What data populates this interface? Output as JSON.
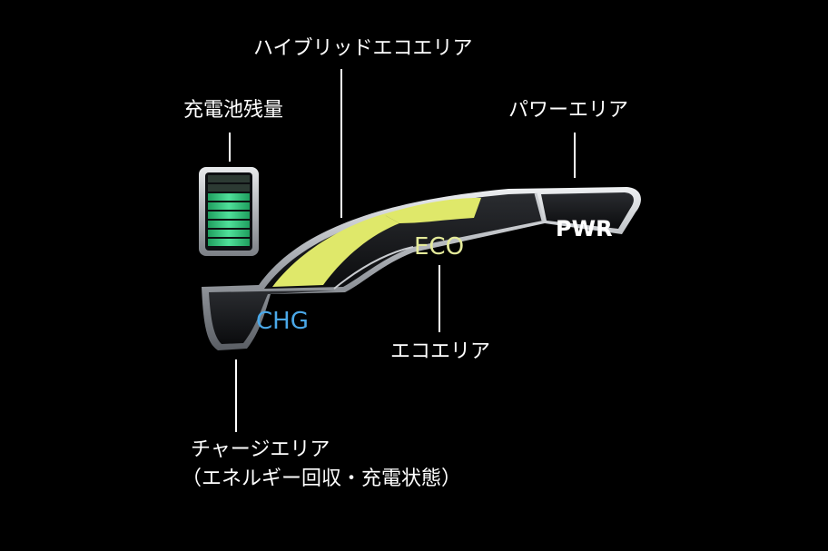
{
  "labels": {
    "hybrid_eco_area": "ハイブリッドエコエリア",
    "battery_level": "充電池残量",
    "power_area": "パワーエリア",
    "eco_area": "エコエリア",
    "charge_area_line1": "チャージエリア",
    "charge_area_line2": "（エネルギー回収・充電状態）"
  },
  "gauge": {
    "chg_text": "CHG",
    "eco_text": "ECO",
    "pwr_text": "PWR"
  },
  "battery": {
    "total_segments": 8,
    "filled_segments": 6
  },
  "colors": {
    "background": "#000000",
    "chg_blue": "#4aa8e8",
    "eco_yellow": "#e4ea9a",
    "hybrid_fill": "#dfe86a",
    "pwr_white": "#ffffff",
    "battery_green": "#2ec27a",
    "frame_silver": "#c9ccd0"
  }
}
